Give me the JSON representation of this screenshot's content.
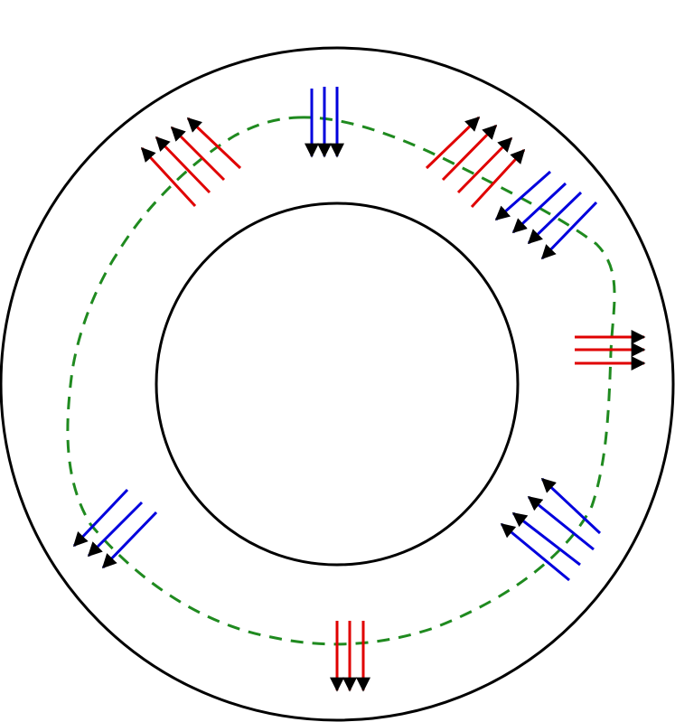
{
  "colors": {
    "ring_stroke": "#000000",
    "path_stroke": "#1f8a1f",
    "red_arrow": "#e00000",
    "blue_arrow": "#0000dd",
    "arrowhead": "#000000",
    "background": "#ffffff"
  },
  "arrow_groups": [
    {
      "id": "top",
      "color": "blue"
    },
    {
      "id": "upper-left",
      "color": "red"
    },
    {
      "id": "upper-right-red",
      "color": "red"
    },
    {
      "id": "upper-right-blue",
      "color": "blue"
    },
    {
      "id": "right",
      "color": "red"
    },
    {
      "id": "lower-right",
      "color": "blue"
    },
    {
      "id": "bottom",
      "color": "red"
    },
    {
      "id": "lower-left",
      "color": "blue"
    }
  ]
}
